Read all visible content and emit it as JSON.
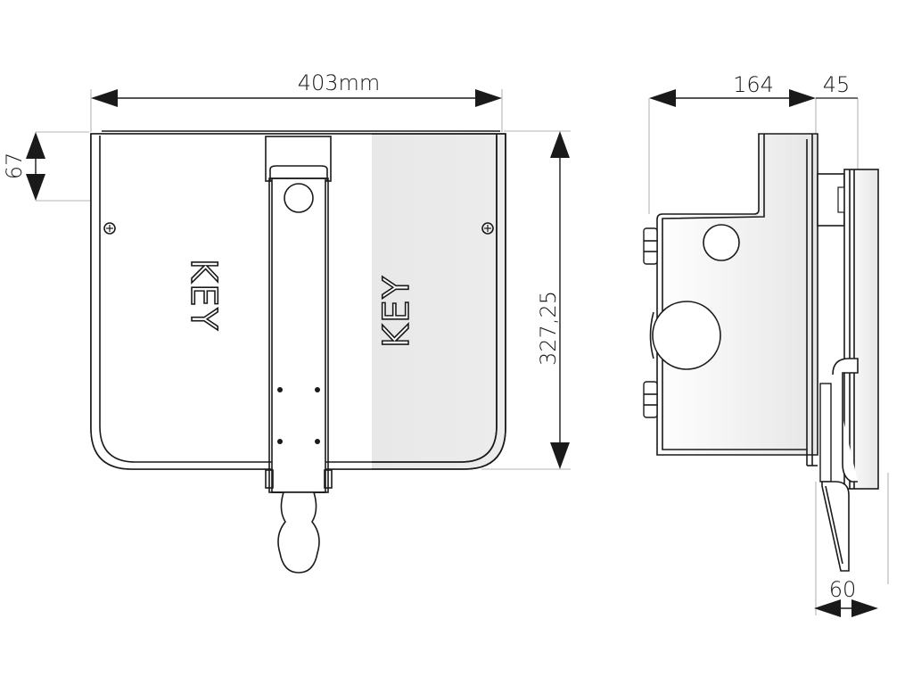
{
  "front_view": {
    "width_label": "403mm",
    "height_label": "327,25",
    "offset_label": "67",
    "logo_left": "KEY",
    "logo_right": "KEY"
  },
  "side_view": {
    "depth_label": "164",
    "depth_extra_label": "45",
    "handle_label": "60"
  },
  "colors": {
    "line": "#1a1a1a",
    "shade": "#e3e3e3",
    "background": "#ffffff"
  }
}
